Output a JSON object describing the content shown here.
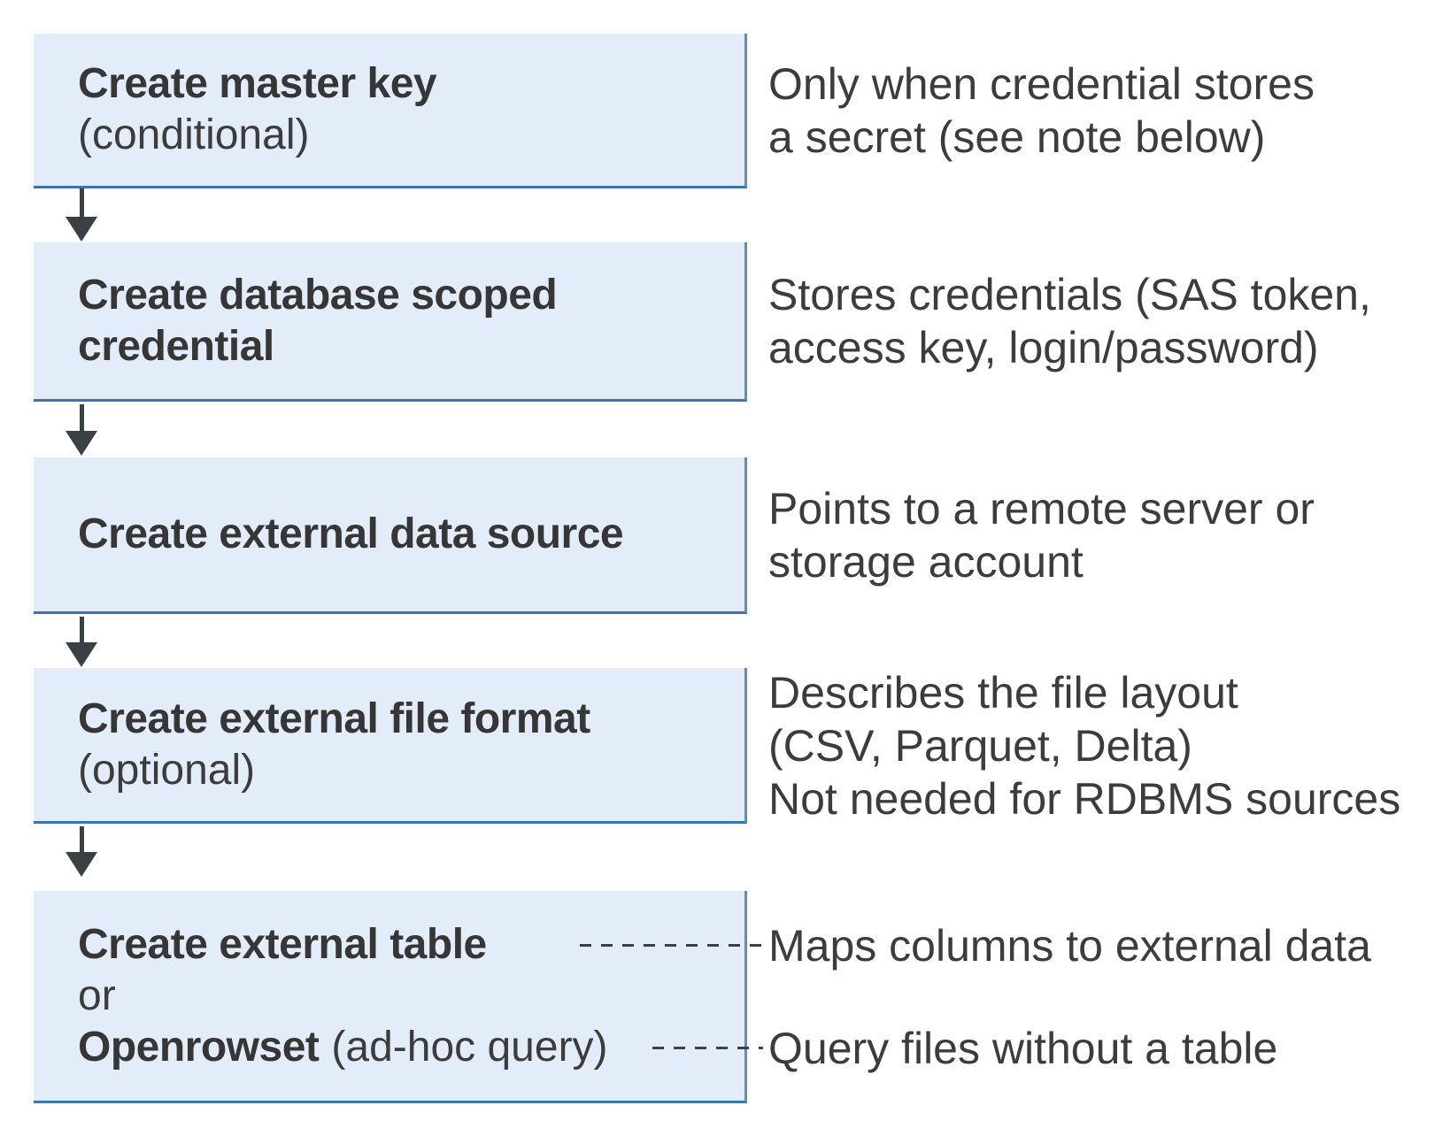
{
  "colors": {
    "box_fill": "#e3edfa",
    "box_border_bottom": "#3d73ab",
    "box_border_right": "#5d8cbe",
    "arrow": "#3b3f46",
    "dash_connector": "#3f3f3f",
    "title_text": "#363636",
    "note_text": "#3c3c3c"
  },
  "steps": [
    {
      "title": "Create master key",
      "qualifier": "(conditional)",
      "note_lines": [
        "Only when credential stores",
        "a secret (see note below)"
      ]
    },
    {
      "title_lines": [
        "Create database scoped",
        "credential"
      ],
      "note_lines": [
        "Stores credentials (SAS token,",
        "access key, login/password)"
      ]
    },
    {
      "title": "Create external data source",
      "note_lines": [
        "Points to a remote server or",
        "storage account"
      ]
    },
    {
      "title": "Create external file format",
      "qualifier": "(optional)",
      "note_lines": [
        "Describes the file layout",
        "(CSV, Parquet, Delta)",
        "Not needed for RDBMS sources"
      ]
    },
    {
      "option1_title": "Create external table",
      "conjunction": "or",
      "option2_title": "Openrowset",
      "option2_qualifier": "(ad-hoc query)",
      "option1_note": "Maps columns to external data",
      "option2_note": "Query files without a table"
    }
  ]
}
